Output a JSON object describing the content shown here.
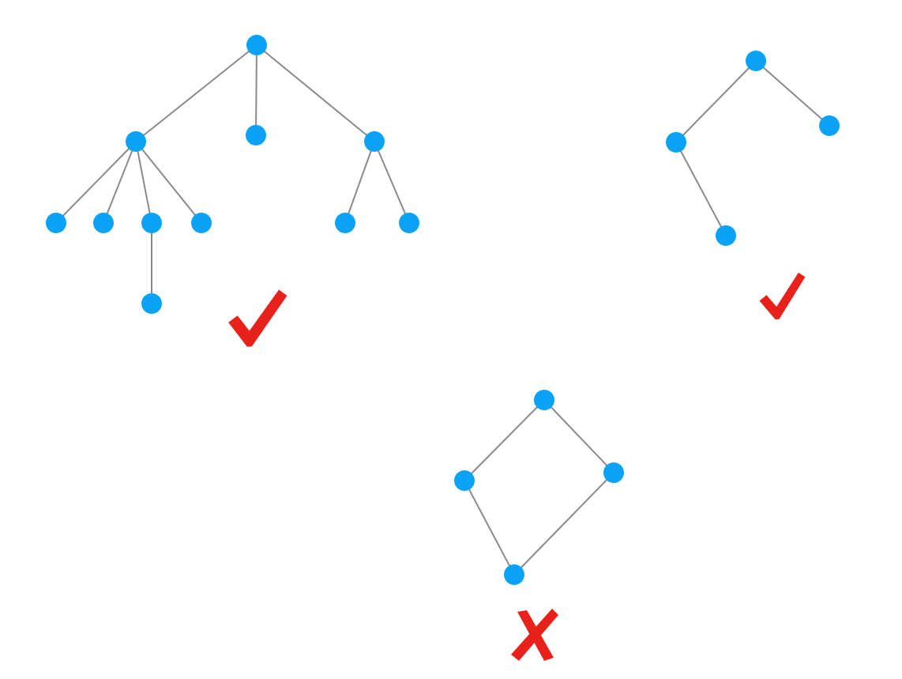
{
  "colors": {
    "node": "#0aa2f5",
    "edge": "#8a8a8a",
    "mark": "#e8211a",
    "background": "#ffffff"
  },
  "graphs": [
    {
      "id": "tree-large",
      "is_tree": true,
      "verdict_icon": "checkmark-icon",
      "nodes": [
        "root",
        "a",
        "b",
        "c",
        "a1",
        "a2",
        "a3",
        "a4",
        "a3x",
        "c1",
        "c2"
      ],
      "edges": [
        [
          "root",
          "a"
        ],
        [
          "root",
          "b"
        ],
        [
          "root",
          "c"
        ],
        [
          "a",
          "a1"
        ],
        [
          "a",
          "a2"
        ],
        [
          "a",
          "a3"
        ],
        [
          "a",
          "a4"
        ],
        [
          "a3",
          "a3x"
        ],
        [
          "c",
          "c1"
        ],
        [
          "c",
          "c2"
        ]
      ]
    },
    {
      "id": "tree-small",
      "is_tree": true,
      "verdict_icon": "checkmark-icon",
      "nodes": [
        "r",
        "l",
        "rr",
        "ll"
      ],
      "edges": [
        [
          "r",
          "l"
        ],
        [
          "r",
          "rr"
        ],
        [
          "l",
          "ll"
        ]
      ]
    },
    {
      "id": "cycle-graph",
      "is_tree": false,
      "verdict_icon": "cross-icon",
      "nodes": [
        "top",
        "left",
        "right",
        "bottom"
      ],
      "edges": [
        [
          "top",
          "left"
        ],
        [
          "top",
          "right"
        ],
        [
          "left",
          "bottom"
        ],
        [
          "right",
          "bottom"
        ]
      ]
    }
  ]
}
